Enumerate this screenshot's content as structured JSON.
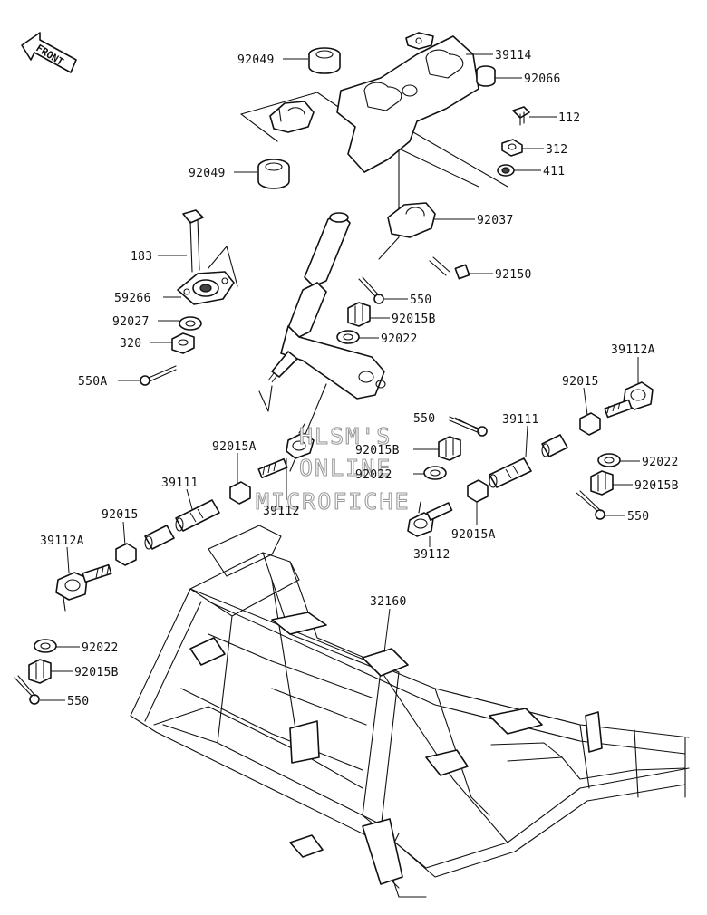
{
  "front_marker": {
    "text": "FRONT"
  },
  "watermark": {
    "lines": [
      "HLSM'S",
      "ONLINE",
      "MICROFICHE"
    ]
  },
  "callouts": [
    "92049",
    "39114",
    "92066",
    "112",
    "312",
    "92049",
    "411",
    "92037",
    "183",
    "92150",
    "550",
    "59266",
    "92015B",
    "92027",
    "92022",
    "320",
    "550A",
    "39112A",
    "92015",
    "550",
    "39111",
    "92015A",
    "92015B",
    "92022",
    "92022",
    "39111",
    "92015B",
    "92015",
    "39112",
    "92015A",
    "550",
    "39112",
    "39112A",
    "32160",
    "92022",
    "92015B",
    "550"
  ]
}
